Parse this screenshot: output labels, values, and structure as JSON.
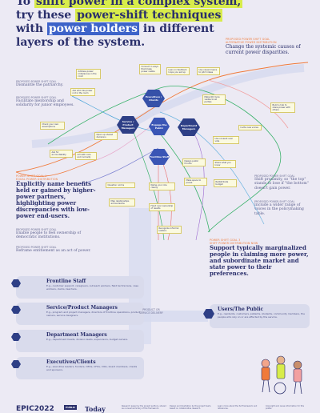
{
  "headline": {
    "line1_prefix": "To ",
    "line1_highlight": "shift power in a complex system,",
    "line2_prefix": "try these ",
    "line2_highlight": "power-shift techniques",
    "line3_prefix": "with ",
    "line3_highlight": "power holders",
    "line3_suffix": " in different",
    "line4": "layers of the system."
  },
  "top_right_goal": {
    "tag": "Proposed power shift goal",
    "label": "Alternative power distribution",
    "text": "Change the systemic causes of current power disparities."
  },
  "left_goals": [
    {
      "tag": "Proposed power shift goal",
      "text": "Dismantle the patriarchy."
    },
    {
      "tag": "Proposed power shift goal",
      "text": "Facilitate mentorship and solidarity for junior employees."
    }
  ],
  "left_main_goal": {
    "tag": "Power shift goal 1",
    "label": "Equal power distribution",
    "text": "Explicitly name benefits held or gained by higher-power partners, highlighting power discrepancies with low-power end-users."
  },
  "left_lower_goals": [
    {
      "tag": "Proposed power shift goal",
      "text": "Enable people to feel ownership of democratic institutions."
    },
    {
      "tag": "Proposed power shift goal",
      "text": "Reframe entitlement as an act of power."
    }
  ],
  "right_goals": [
    {
      "tag": "Proposed power shift goal",
      "text": "Shift proximity, so \"the top\" stands to lose if \"the bottom\" doesn't gain power."
    },
    {
      "tag": "Proposed power shift goal",
      "text": "Include a wider range of voices in the policymaking table."
    }
  ],
  "right_main_goal": {
    "tag": "Power shift goal 3",
    "label": "Shift power distribution now",
    "text": "Support typically marginalized people in claiming more power, and subordinate market and state power to their preferences."
  },
  "nodes": {
    "executives": "Executives / Clients",
    "service": "Service / Product Managers",
    "public": "Engage the Public",
    "department": "Department Managers",
    "frontline": "Frontline Staff"
  },
  "notes": [
    "Connect in ways that make power visible",
    "Lean on feedback loops you set up",
    "Use visual means to pitch ideas",
    "Address power imbalances in the room",
    "Make OR more visible to all parties",
    "Build a hub to share power with others",
    "Ask who has power not in the room",
    "Invite new voices",
    "Check your own assumptions",
    "Open up shared decisions",
    "Use consent over vote",
    "Act with care and curiosity",
    "Design public forums",
    "Share what you know",
    "Make space to pause",
    "Redistribute budget",
    "Question norms",
    "Name your role clearly",
    "Map relationships across teams",
    "Hand over ownership of results",
    "Recognize informal leaders",
    "Ask for accountability"
  ],
  "bands": [
    {
      "title": "Frontline Staff",
      "desc": "E.g., customer support, caregivers, outreach workers, field technicians, case workers, clerks, teachers."
    },
    {
      "title": "Service/Product Managers",
      "desc": "E.g., program and project managers, directors of frontline operations, product owners, service designers."
    },
    {
      "title": "Department Managers",
      "desc": "E.g., department heads, division leads, supervisors, budget owners."
    },
    {
      "title": "Executives/Clients",
      "desc": "E.g., executive leaders, funders, CEOs, CFOs, CIOs, board members, clients and sponsors."
    }
  ],
  "delivery_label": "Product or service delivery",
  "users": {
    "title": "Users/The Public",
    "desc": "E.g., residents, customers, patients, students, community members, the people who rely on or are affected by the service."
  },
  "footer": {
    "logo": "EPIC2022",
    "logo_box": "PUBLIC",
    "brand2": "Today",
    "cols": [
      "Research paper by the project authors, shared as a visual summary of the framework.",
      "Design and illustration by the project team, based on collaborative research.",
      "Learn more about the full framework and references.",
      "Copyright and reuse information for this poster."
    ]
  },
  "colors": {
    "background": "#eceaf4",
    "navy": "#2a2f6b",
    "orange": "#f07a3a",
    "yellow_highlight": "#d8ec4a",
    "blue_highlight": "#3d63c9",
    "band": "#d9dbec"
  }
}
